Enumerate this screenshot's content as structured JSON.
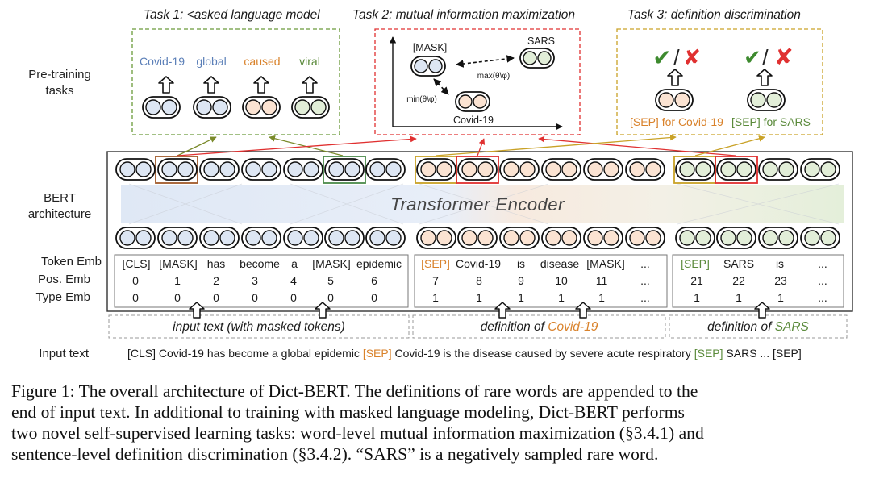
{
  "left_labels": {
    "pretraining": [
      "Pre-training",
      "tasks"
    ],
    "bert": [
      "BERT",
      "architecture"
    ],
    "token_emb": "Token Emb",
    "pos_emb": "Pos. Emb",
    "type_emb": "Type Emb",
    "input_text": "Input text"
  },
  "tasks": {
    "task1": {
      "title": "Task 1: <asked language model",
      "words": [
        "Covid-19",
        "global",
        "caused",
        "viral"
      ],
      "colors": [
        "#5b7fb8",
        "#5b7fb8",
        "#d9822b",
        "#5a8a3a"
      ]
    },
    "task2": {
      "title": "Task 2: mutual information maximization",
      "mask_label": "[MASK]",
      "sars_label": "SARS",
      "covid_label": "Covid-19",
      "max_label": "max(θ\\φ)",
      "min_label": "min(θ\\φ)"
    },
    "task3": {
      "title": "Task 3: definition discrimination",
      "check": "✔",
      "cross": "✘",
      "slash": "/",
      "covid_label": "[SEP] for Covid-19",
      "sars_label": "[SEP] for SARS"
    }
  },
  "encoder": {
    "title": "Transformer Encoder"
  },
  "segments": {
    "input": {
      "tokens": [
        "[CLS]",
        "[MASK]",
        "has",
        "become",
        "a",
        "[MASK]",
        "epidemic"
      ],
      "pos": [
        "0",
        "1",
        "2",
        "3",
        "4",
        "5",
        "6"
      ],
      "type": [
        "0",
        "0",
        "0",
        "0",
        "0",
        "0",
        "0"
      ],
      "title": "input text (with masked tokens)"
    },
    "covid": {
      "tokens": [
        "[SEP]",
        "Covid-19",
        "is",
        "disease",
        "[MASK]",
        "..."
      ],
      "pos": [
        "7",
        "8",
        "9",
        "10",
        "11",
        "..."
      ],
      "type": [
        "1",
        "1",
        "1",
        "1",
        "1",
        "..."
      ],
      "title_prefix": "definition of ",
      "title_word": "Covid-19"
    },
    "sars": {
      "tokens": [
        "[SEP]",
        "SARS",
        "is",
        "..."
      ],
      "pos": [
        "21",
        "22",
        "23",
        "..."
      ],
      "type": [
        "1",
        "1",
        "1",
        "..."
      ],
      "title_prefix": "definition of ",
      "title_word": "SARS"
    }
  },
  "input_line": {
    "part1": "[CLS] Covid-19 has become a global epidemic ",
    "sep1": "[SEP]",
    "part2": " Covid-19 is the disease caused by severe acute respiratory ",
    "sep2": "[SEP]",
    "part3": " SARS ... [SEP]"
  },
  "colors": {
    "orange": "#d9822b",
    "green": "#5a8a3a",
    "red": "#e03030",
    "blue_fill": "#dde6f3",
    "orange_fill": "#fbe3d2",
    "green_fill": "#e2eed8"
  },
  "caption": {
    "lines": [
      "Figure 1: The overall architecture of Dict-BERT. The definitions of rare words are appended to the",
      "end of input text. In additional to training with masked language modeling, Dict-BERT performs",
      "two novel self-supervised learning tasks: word-level mutual information maximization (§3.4.1) and",
      "sentence-level definition discrimination (§3.4.2). “SARS” is a negatively sampled rare word."
    ]
  }
}
